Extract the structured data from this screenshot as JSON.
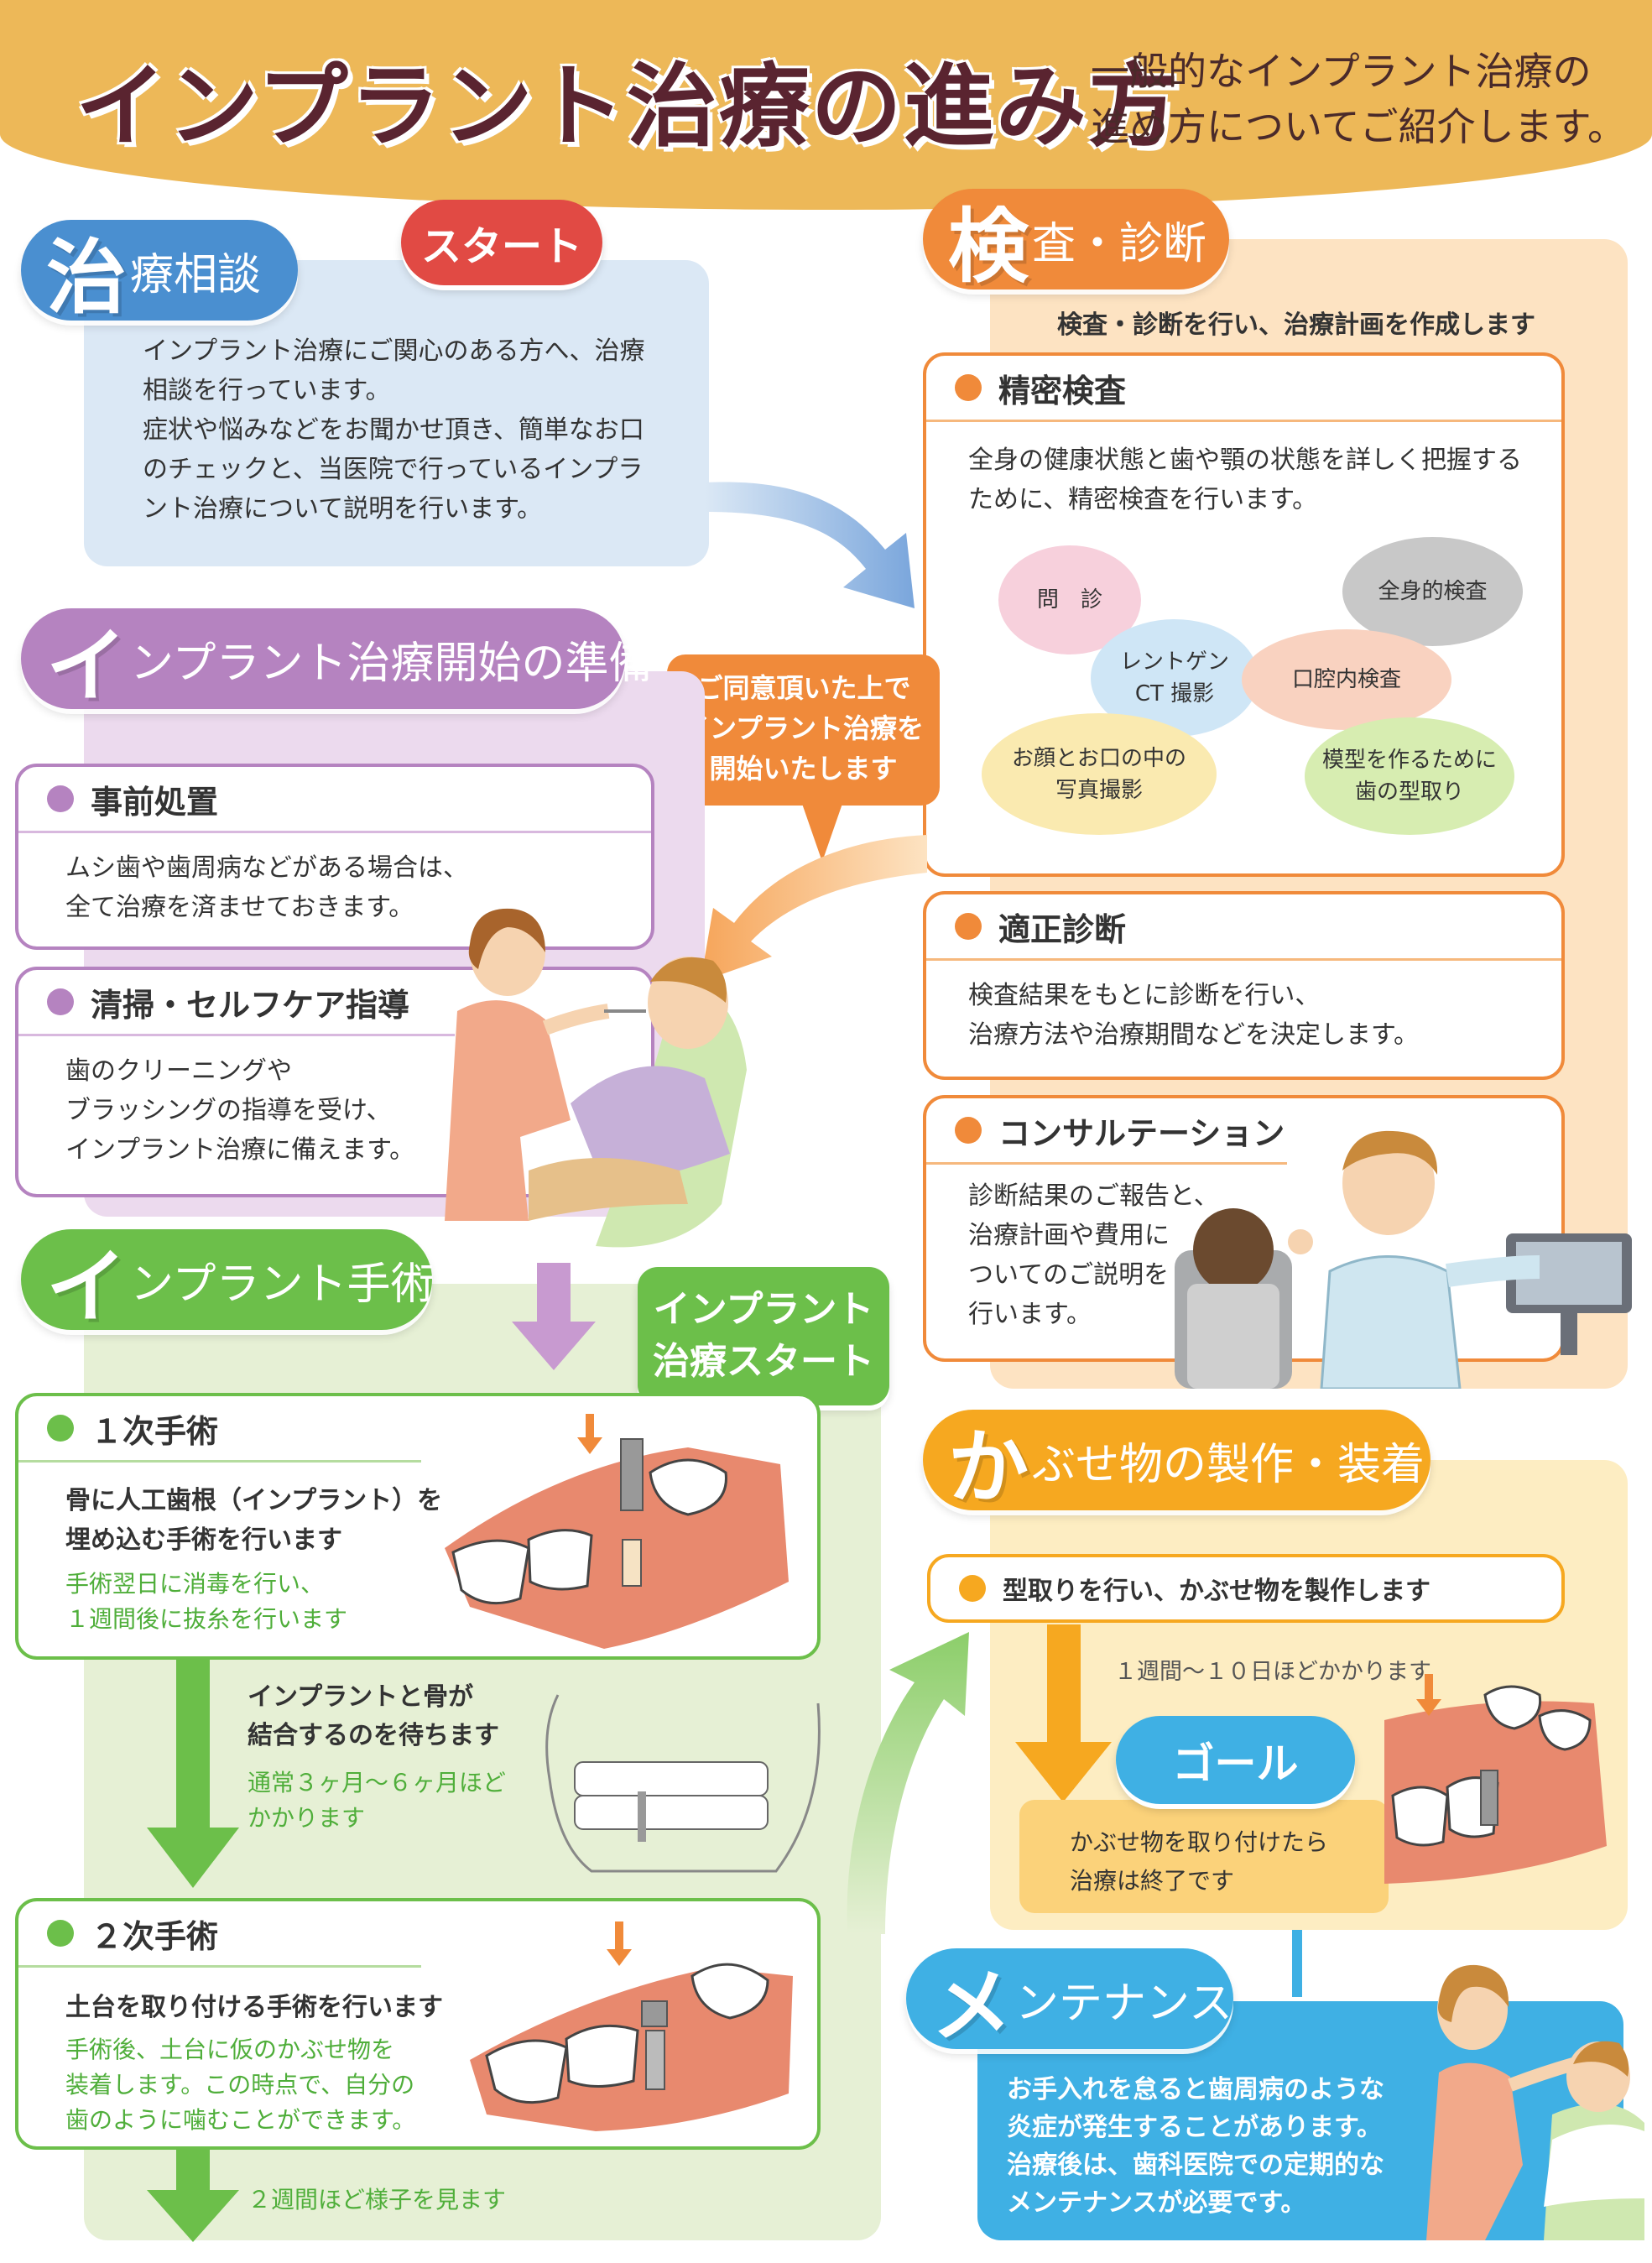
{
  "header": {
    "title": "インプラント治療の進み方",
    "subtitle_line1": "一般的なインプラント治療の",
    "subtitle_line2": "進め方についてご紹介します。"
  },
  "consultation": {
    "head_big": "治",
    "head_rest": "療相談",
    "start_label": "スタート",
    "text_line1": "インプラント治療にご関心のある方へ、治療",
    "text_line2": "相談を行っています。",
    "text_line3": "症状や悩みなどをお聞かせ頂き、簡単なお口",
    "text_line4": "のチェックと、当医院で行っているインプラ",
    "text_line5": "ント治療について説明を行います。"
  },
  "exam": {
    "head_big": "検",
    "head_rest": "査・診断",
    "lead": "検査・診断を行い、治療計画を作成します",
    "precise": {
      "title": "精密検査",
      "text_line1": "全身の健康状態と歯や顎の状態を詳しく把握する",
      "text_line2": "ために、精密検査を行います。",
      "blobs": {
        "monshin": "問　診",
        "zenshin": "全身的検査",
        "xray_line1": "レントゲン",
        "xray_line2": "CT 撮影",
        "kouku": "口腔内検査",
        "photo_line1": "お顔とお口の中の",
        "photo_line2": "写真撮影",
        "model_line1": "模型を作るために",
        "model_line2": "歯の型取り"
      }
    },
    "diagnosis": {
      "title": "適正診断",
      "text_line1": "検査結果をもとに診断を行い、",
      "text_line2": "治療方法や治療期間などを決定します。"
    },
    "consult": {
      "title": "コンサルテーション",
      "text_line1": "診断結果のご報告と、",
      "text_line2": "治療計画や費用に",
      "text_line3": "ついてのご説明を",
      "text_line4": "行います。"
    }
  },
  "consent_bubble": {
    "line1": "ご同意頂いた上で",
    "line2": "インプラント治療を",
    "line3": "開始いたします"
  },
  "prep": {
    "head_big": "イ",
    "head_rest": "ンプラント治療開始の準備",
    "pre": {
      "title": "事前処置",
      "text_line1": "ムシ歯や歯周病などがある場合は、",
      "text_line2": "全て治療を済ませておきます。"
    },
    "cleaning": {
      "title": "清掃・セルフケア指導",
      "text_line1": "歯のクリーニングや",
      "text_line2": "ブラッシングの指導を受け、",
      "text_line3": "インプラント治療に備えます。"
    }
  },
  "surgery": {
    "head_big": "イ",
    "head_rest": "ンプラント手術",
    "start_line1": "インプラント",
    "start_line2": "治療スタート",
    "first": {
      "title": "１次手術",
      "bold_line1": "骨に人工歯根（インプラント）を",
      "bold_line2": "埋め込む手術を行います",
      "green_line1": "手術翌日に消毒を行い、",
      "green_line2": "１週間後に抜糸を行います"
    },
    "wait": {
      "bold_line1": "インプラントと骨が",
      "bold_line2": "結合するのを待ちます",
      "green_line1": "通常３ヶ月〜６ヶ月ほど",
      "green_line2": "かかります"
    },
    "second": {
      "title": "２次手術",
      "bold_line1": "土台を取り付ける手術を行います",
      "green_line1": "手術後、土台に仮のかぶせ物を",
      "green_line2": "装着します。この時点で、自分の",
      "green_line3": "歯のように噛むことができます。"
    },
    "after": "２週間ほど様子を見ます"
  },
  "crown": {
    "head_big": "か",
    "head_rest": "ぶせ物の製作・装着",
    "step": "型取りを行い、かぶせ物を製作します",
    "duration": "１週間〜１０日ほどかかります",
    "goal": "ゴール",
    "end_line1": "かぶせ物を取り付けたら",
    "end_line2": "治療は終了です"
  },
  "maintenance": {
    "head_big": "メ",
    "head_rest": "ンテナンス",
    "text_line1": "お手入れを怠ると歯周病のような",
    "text_line2": "炎症が発生することがあります。",
    "text_line3": "治療後は、歯科医院での定期的な",
    "text_line4": "メンテナンスが必要です。"
  },
  "colors": {
    "blue": "#4a8fd0",
    "orange": "#f08a3a",
    "purple": "#b583c0",
    "green": "#6cbf4a",
    "amber": "#f6a820",
    "cyan": "#3fb0e4",
    "red": "#e14a44"
  }
}
